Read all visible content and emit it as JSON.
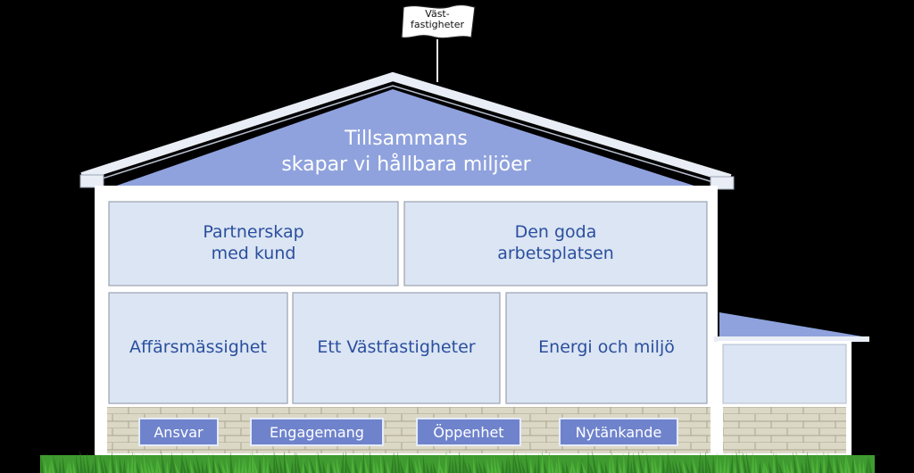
{
  "flag": {
    "line1": "Väst-",
    "line2": "fastigheter"
  },
  "roof": {
    "line1": "Tillsammans",
    "line2": "skapar vi hållbara miljöer"
  },
  "pillars_top": [
    {
      "line1": "Partnerskap",
      "line2": "med kund"
    },
    {
      "line1": "Den goda",
      "line2": "arbetsplatsen"
    }
  ],
  "pillars_middle": [
    {
      "label": "Affärsmässighet"
    },
    {
      "label": "Ett Västfastigheter"
    },
    {
      "label": "Energi och miljö"
    }
  ],
  "values": [
    {
      "label": "Ansvar"
    },
    {
      "label": "Engagemang"
    },
    {
      "label": "Öppenhet"
    },
    {
      "label": "Nytänkande"
    }
  ],
  "colors": {
    "roof_fill": "#8fa2dd",
    "box_fill": "#dbe5f3",
    "text": "#2b4f9e",
    "value_fill": "#6f83cc",
    "brick": "#dcd8c6",
    "grass": "#3f9b2f",
    "background": "#000000"
  }
}
